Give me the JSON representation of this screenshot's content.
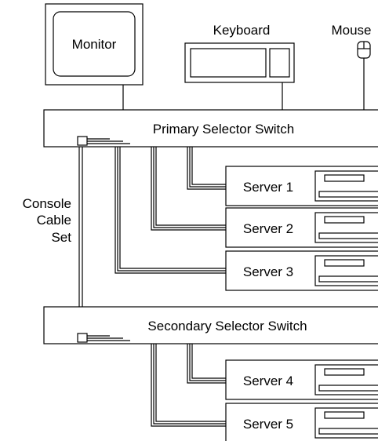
{
  "devices": {
    "monitor": "Monitor",
    "keyboard": "Keyboard",
    "mouse": "Mouse"
  },
  "switches": {
    "primary": "Primary Selector Switch",
    "secondary": "Secondary Selector Switch"
  },
  "cable_label": [
    "Console",
    "Cable",
    "Set"
  ],
  "servers": [
    "Server 1",
    "Server 2",
    "Server 3",
    "Server 4",
    "Server 5"
  ]
}
